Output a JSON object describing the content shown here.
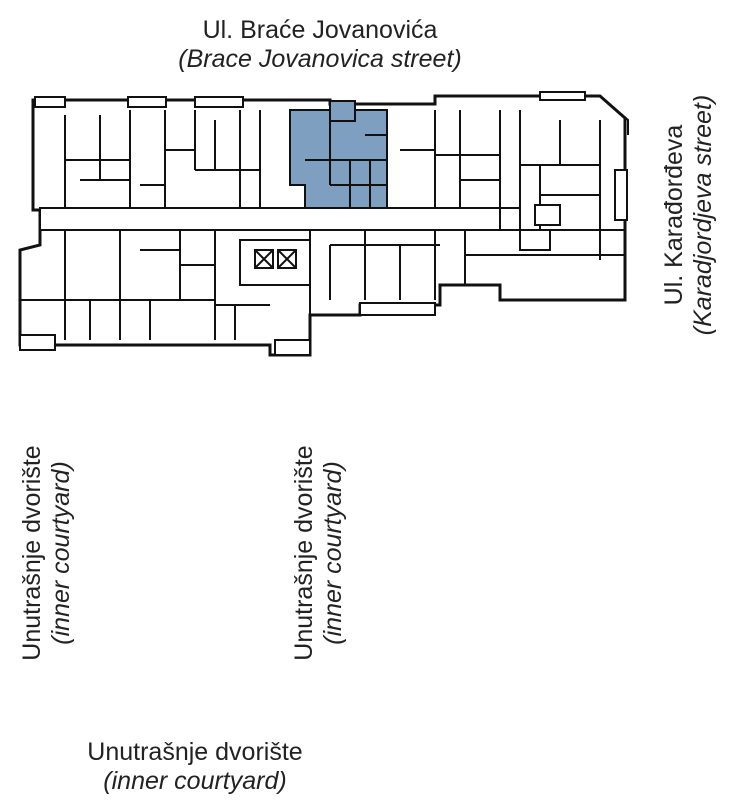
{
  "labels": {
    "top_street": "Ul. Braće Jovanovića",
    "top_street_en": "(Brace Jovanovica street)",
    "right_street": "Ul. Karađorđeva",
    "right_street_en": "(Karadjordjeva street)",
    "courtyard_left": "Unutrašnje dvorište",
    "courtyard_left_en": "(inner courtyard)",
    "courtyard_mid": "Unutrašnje dvorište",
    "courtyard_mid_en": "(inner courtyard)",
    "courtyard_bottom": "Unutrašnje dvorište",
    "courtyard_bottom_en": "(inner courtyard)"
  },
  "colors": {
    "highlight_unit": "#7f9fc0",
    "walls": "#111111",
    "background": "#ffffff"
  }
}
